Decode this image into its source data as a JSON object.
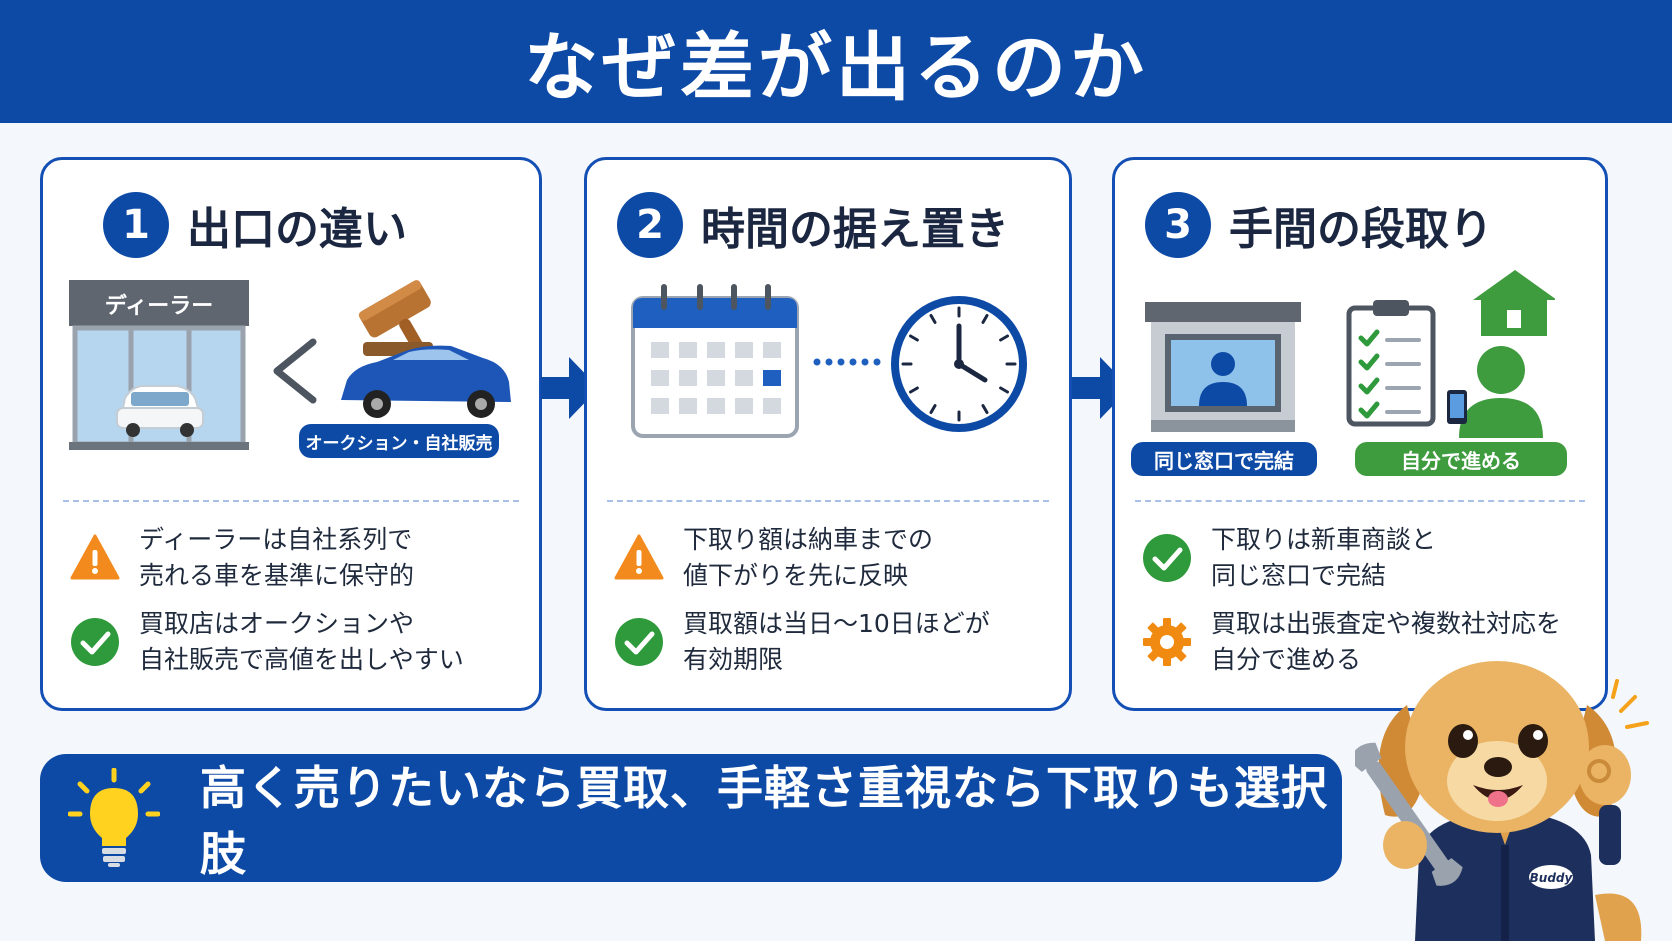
{
  "header": {
    "title": "なぜ差が出るのか"
  },
  "cards": [
    {
      "number": "1",
      "title": "出口の違い",
      "sign_label": "ディーラー",
      "badge": "オークション・自社販売",
      "points": [
        {
          "icon": "warning-icon",
          "lines": [
            "ディーラーは自社系列で",
            "売れる車を基準に保守的"
          ]
        },
        {
          "icon": "check-circle-icon",
          "lines": [
            "買取店はオークションや",
            "自社販売で高値を出しやすい"
          ]
        }
      ]
    },
    {
      "number": "2",
      "title": "時間の据え置き",
      "points": [
        {
          "icon": "warning-icon",
          "lines": [
            "下取り額は納車までの",
            "値下がりを先に反映"
          ]
        },
        {
          "icon": "check-circle-icon",
          "lines": [
            "買取額は当日〜10日ほどが",
            "有効期限"
          ]
        }
      ]
    },
    {
      "number": "3",
      "title": "手間の段取り",
      "badge_left": "同じ窓口で完結",
      "badge_right": "自分で進める",
      "points": [
        {
          "icon": "check-circle-icon",
          "lines": [
            "下取りは新車商談と",
            "同じ窓口で完結"
          ]
        },
        {
          "icon": "gear-icon",
          "lines": [
            "買取は出張査定や複数社対応を",
            "自分で進める"
          ]
        }
      ]
    }
  ],
  "bottom": {
    "message": "高く売りたいなら買取、手軽さ重視なら下取りも選択肢"
  },
  "mascot": {
    "patch_text": "Buddy"
  },
  "colors": {
    "primary": "#0d4aa6",
    "green": "#3e9b3e",
    "warning": "#f28a1e",
    "check": "#2f9a3b",
    "gear": "#f08a10"
  }
}
